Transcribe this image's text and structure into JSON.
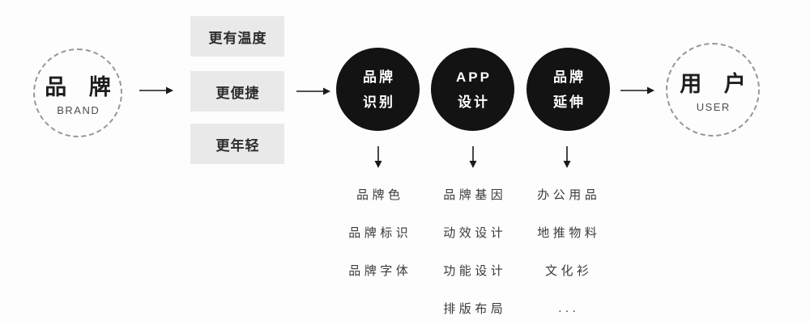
{
  "brand": {
    "title": "品 牌",
    "subtitle": "BRAND"
  },
  "user": {
    "title": "用 户",
    "subtitle": "USER"
  },
  "qualities": [
    {
      "label": "更有温度"
    },
    {
      "label": "更便捷"
    },
    {
      "label": "更年轻"
    }
  ],
  "stages": [
    {
      "line1": "品牌",
      "line2": "识别",
      "items": [
        "品牌色",
        "品牌标识",
        "品牌字体"
      ]
    },
    {
      "line1": "APP",
      "line2": "设计",
      "items": [
        "品牌基因",
        "动效设计",
        "功能设计",
        "排版布局"
      ]
    },
    {
      "line1": "品牌",
      "line2": "延伸",
      "items": [
        "办公用品",
        "地推物料",
        "文化衫",
        "..."
      ]
    }
  ],
  "icons": {
    "arrow_right": "→",
    "arrow_down": "↓"
  },
  "colors": {
    "background": "#fdfdfd",
    "stage_circle_fill": "#131313",
    "stage_circle_text": "#ffffff",
    "quality_box_bg": "#e9e9e9",
    "dashed_border": "#979797",
    "arrow": "#1a1a1a",
    "text_dark": "#3b3b3b"
  }
}
